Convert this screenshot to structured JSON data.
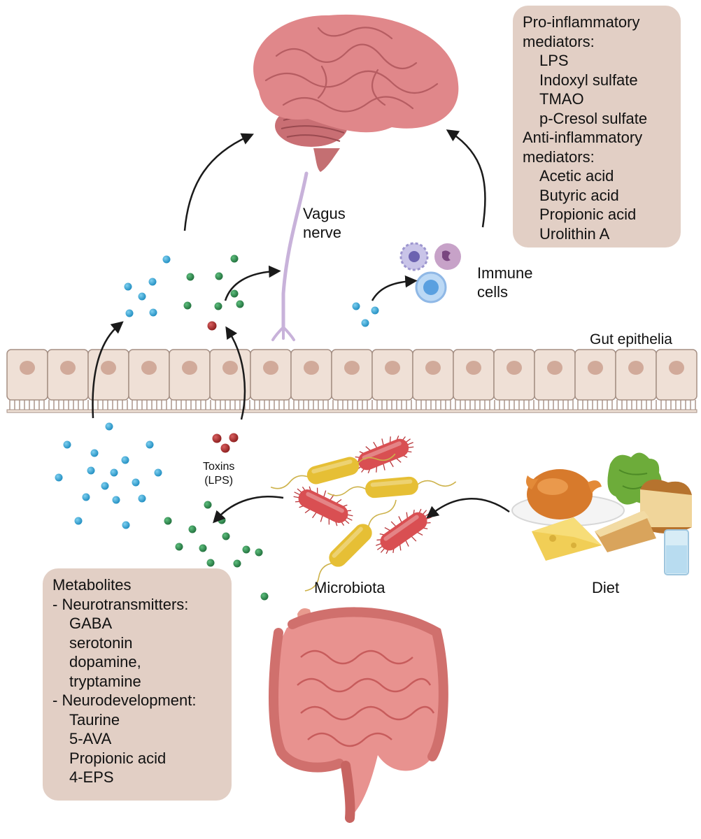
{
  "labels": {
    "vagus": [
      "Vagus",
      "nerve"
    ],
    "immune": [
      "Immune",
      "cells"
    ],
    "gut_epithelia": "Gut epithelia",
    "toxins": [
      "Toxins",
      "(LPS)"
    ],
    "microbiota": "Microbiota",
    "diet": "Diet"
  },
  "mediators_box": {
    "items": [
      {
        "text": "Pro-inflammatory",
        "level": 0
      },
      {
        "text": "mediators:",
        "level": 0
      },
      {
        "text": "LPS",
        "level": 1
      },
      {
        "text": "Indoxyl sulfate",
        "level": 1
      },
      {
        "text": "TMAO",
        "level": 1
      },
      {
        "text": "p-Cresol sulfate",
        "level": 1
      },
      {
        "text": "Anti-inflammatory",
        "level": 0
      },
      {
        "text": "mediators:",
        "level": 0
      },
      {
        "text": "Acetic acid",
        "level": 1
      },
      {
        "text": "Butyric acid",
        "level": 1
      },
      {
        "text": "Propionic acid",
        "level": 1
      },
      {
        "text": "Urolithin A",
        "level": 1
      }
    ]
  },
  "metabolites_box": {
    "items": [
      {
        "text": "Metabolites",
        "level": 0
      },
      {
        "text": "- Neurotransmitters:",
        "level": 0
      },
      {
        "text": "GABA",
        "level": 2
      },
      {
        "text": "serotonin",
        "level": 2
      },
      {
        "text": "dopamine,",
        "level": 2
      },
      {
        "text": "tryptamine",
        "level": 2
      },
      {
        "text": "- Neurodevelopment:",
        "level": 0
      },
      {
        "text": "Taurine",
        "level": 2
      },
      {
        "text": "5-AVA",
        "level": 2
      },
      {
        "text": "Propionic acid",
        "level": 2
      },
      {
        "text": "4-EPS",
        "level": 2
      }
    ]
  },
  "colors": {
    "box_fill": "#e2cfc5",
    "epithelium": "#efe0d6",
    "epithelium_outline": "#a58f84",
    "nucleus": "#d1aa9a",
    "brain": "#e0878a",
    "brain_dark": "#b65d62",
    "vagus_nerve": "#c8b2da",
    "blue_particle": "#33a3d3",
    "green_particle": "#2e8b4f",
    "red_particle": "#a82828",
    "bacteria_red": "#d94f52",
    "bacteria_yellow": "#e6bf35",
    "intestine": "#e8928f",
    "arrow": "#1a1a1a"
  }
}
